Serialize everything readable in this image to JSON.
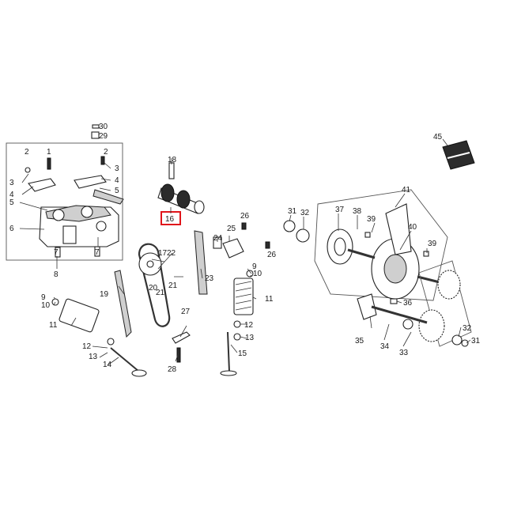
{
  "diagram": {
    "highlight_color": "#e0151b",
    "highlighted_part": "16",
    "callouts": [
      "1",
      "2",
      "3",
      "4",
      "5",
      "6",
      "7",
      "8",
      "9",
      "10",
      "11",
      "12",
      "13",
      "14",
      "15",
      "16",
      "17",
      "18",
      "19",
      "20",
      "21",
      "22",
      "23",
      "24",
      "25",
      "26",
      "27",
      "28",
      "29",
      "30",
      "31",
      "32",
      "33",
      "34",
      "35",
      "36",
      "37",
      "38",
      "39",
      "40",
      "41",
      "45"
    ]
  }
}
